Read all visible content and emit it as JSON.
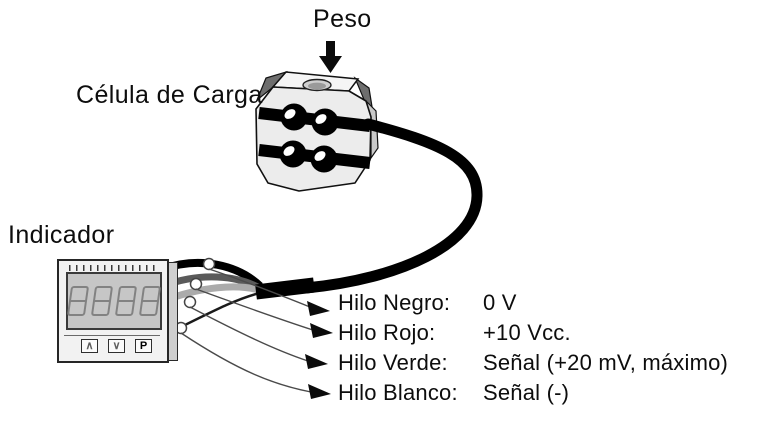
{
  "labels": {
    "peso": "Peso",
    "load_cell": "Célula de Carga",
    "indicator": "Indicador"
  },
  "indicator": {
    "display_digits": "8888",
    "buttons": [
      {
        "id": "up",
        "label": "∧"
      },
      {
        "id": "down",
        "label": "∨"
      },
      {
        "id": "program",
        "label": "P"
      }
    ]
  },
  "wires": [
    {
      "label": "Hilo Negro:",
      "value": "0 V",
      "stroke": "#000000"
    },
    {
      "label": "Hilo Rojo:",
      "value": "+10 Vcc.",
      "stroke": "#5a5a5a"
    },
    {
      "label": "Hilo Verde:",
      "value": "Señal (+20 mV, máximo)",
      "stroke": "#ababab"
    },
    {
      "label": "Hilo Blanco:",
      "value": "Señal (-)",
      "stroke": "#1a1a1a"
    }
  ],
  "colors": {
    "background": "#ffffff",
    "line": "#000000",
    "cell_face": "#ececec",
    "cell_top": "#f5f5f5",
    "cell_side": "#c9c9c9",
    "cell_chamfer": "#6e6e6e",
    "device_bg": "#f2f2f2",
    "display_bg": "#c6c6c6"
  }
}
